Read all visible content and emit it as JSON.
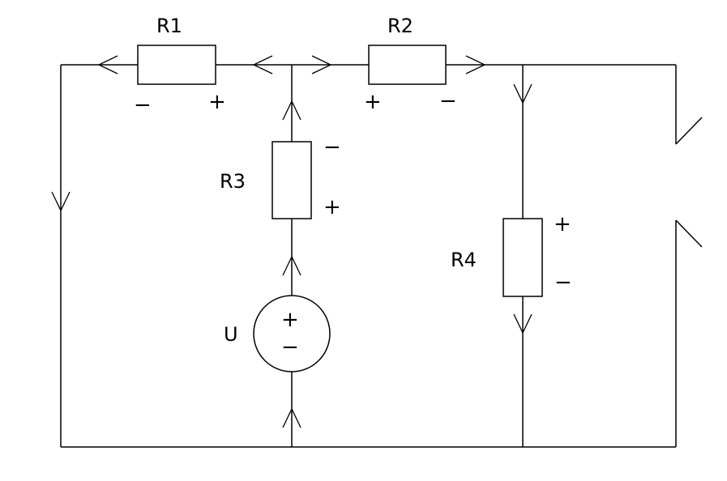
{
  "circuit": {
    "r1": {
      "label": "R1",
      "minus": "−",
      "plus": "+"
    },
    "r2": {
      "label": "R2",
      "plus": "+",
      "minus": "−"
    },
    "r3": {
      "label": "R3",
      "minus": "−",
      "plus": "+"
    },
    "r4": {
      "label": "R4",
      "plus": "+",
      "minus": "−"
    },
    "source": {
      "label": "U",
      "plus": "+",
      "minus": "−"
    }
  },
  "colors": {
    "line": "#000000",
    "background": "#ffffff"
  }
}
